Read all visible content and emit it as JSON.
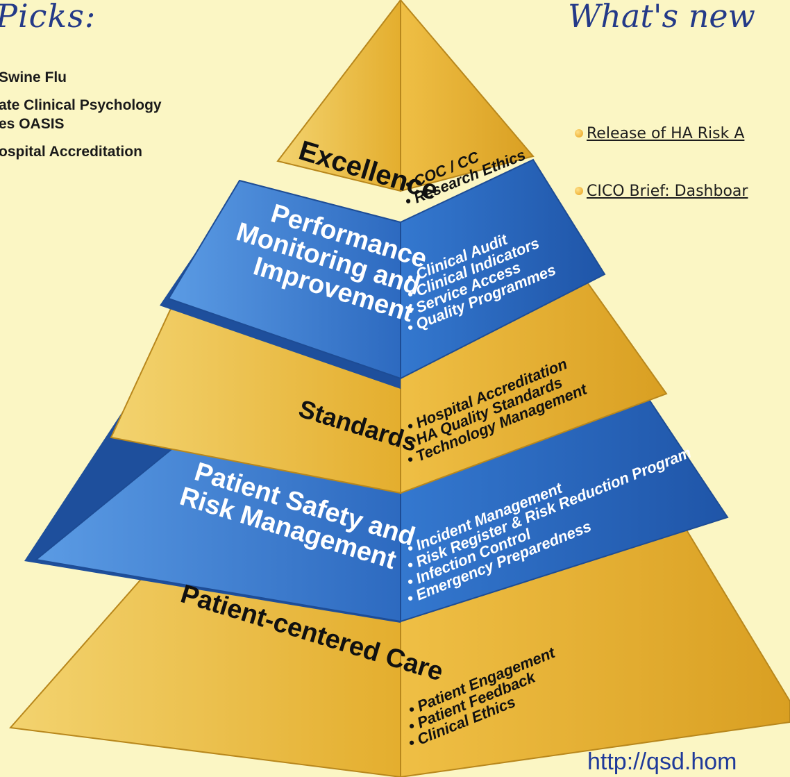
{
  "picks": {
    "title": "Picks:",
    "items": [
      {
        "lines": [
          "Swine Flu"
        ]
      },
      {
        "lines": [
          "ate Clinical Psychology",
          "es OASIS"
        ]
      },
      {
        "lines": [
          "ospital Accreditation"
        ]
      }
    ]
  },
  "news": {
    "title": "What's new",
    "items": [
      "Release of HA Risk A",
      "CICO Brief: Dashboar"
    ]
  },
  "url": "http://qsd.hom",
  "pyramid": {
    "tiers": [
      {
        "label": [
          "Excellence"
        ],
        "items": [
          "COC / CC",
          "Research Ethics"
        ]
      },
      {
        "label": [
          "Performance",
          "Monitoring and",
          "Improvement"
        ],
        "items": [
          "Clinical Audit",
          "Clinical Indicators",
          "Service Access",
          "Quality Programmes"
        ]
      },
      {
        "label": [
          "Standards"
        ],
        "items": [
          "Hospital Accreditation",
          "HA Quality Standards",
          "Technology Management"
        ]
      },
      {
        "label": [
          "Patient Safety and",
          "Risk Management"
        ],
        "items": [
          "Incident Management",
          "Risk Register & Risk Reduction Program",
          "Infection Control",
          "Emergency Preparedness"
        ]
      },
      {
        "label": [
          "Patient-centered Care"
        ],
        "items": [
          "Patient Engagement",
          "Patient Feedback",
          "Clinical Ethics"
        ]
      }
    ]
  },
  "colors": {
    "background": "#fbf6c4",
    "gold": "#e8b73a",
    "blue": "#2e6fc4",
    "heading": "#243a88",
    "link": "#1f3a9a"
  }
}
